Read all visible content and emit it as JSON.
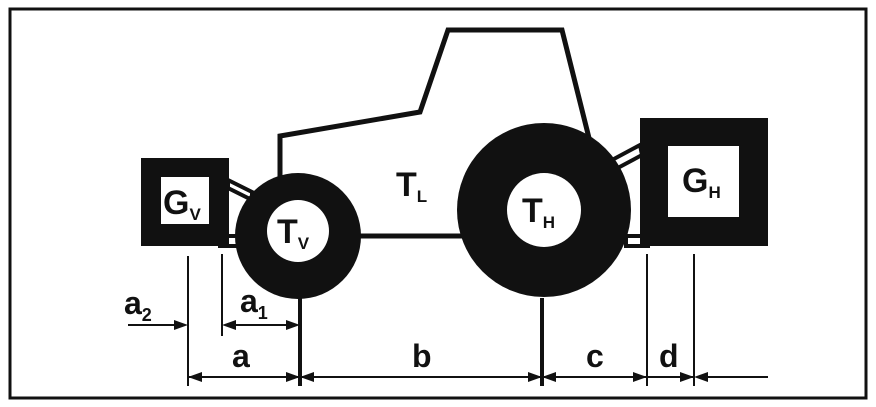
{
  "diagram": {
    "labels": {
      "gv": {
        "main": "G",
        "sub": "V"
      },
      "gh": {
        "main": "G",
        "sub": "H"
      },
      "tv": {
        "main": "T",
        "sub": "V"
      },
      "th": {
        "main": "T",
        "sub": "H"
      },
      "tl": {
        "main": "T",
        "sub": "L"
      },
      "a2": {
        "main": "a",
        "sub": "2"
      },
      "a1": {
        "main": "a",
        "sub": "1"
      },
      "a": "a",
      "b": "b",
      "c": "c",
      "d": "d"
    },
    "colors": {
      "ink": "#111111",
      "paper": "#ffffff"
    }
  }
}
